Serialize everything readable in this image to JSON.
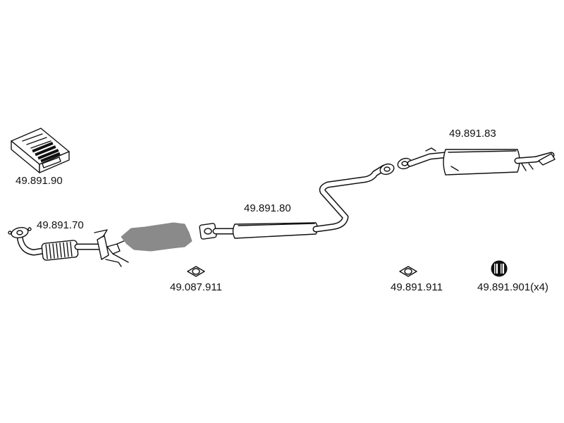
{
  "parts": {
    "mounting_kit": {
      "code": "49.891.90",
      "icon": "mounting-kit-box"
    },
    "front_pipe": {
      "code": "49.891.70",
      "icon": "front-pipe-flex"
    },
    "catalytic_converter": {
      "icon": "catalytic-converter-silhouette"
    },
    "front_gasket": {
      "code": "49.087.911",
      "icon": "gasket"
    },
    "middle_silencer": {
      "code": "49.891.80",
      "icon": "middle-silencer"
    },
    "middle_gasket": {
      "code": "49.891.911",
      "icon": "gasket"
    },
    "rear_silencer": {
      "code": "49.891.83",
      "icon": "rear-silencer"
    },
    "rubber_mount": {
      "code": "49.891.901(x4)",
      "icon": "rubber-mount"
    }
  },
  "colors": {
    "line": "#111111",
    "fill": "#ffffff",
    "converter": "#8a8a8a"
  }
}
